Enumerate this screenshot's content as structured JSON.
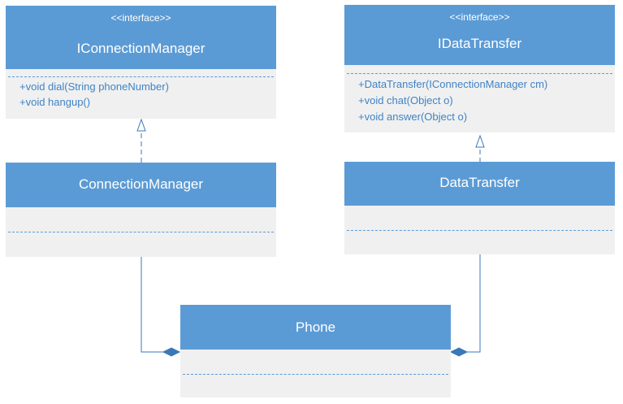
{
  "diagram": {
    "classes": {
      "iconnection_manager": {
        "stereotype": "<<interface>>",
        "name": "IConnectionManager",
        "methods": [
          "+void dial(String phoneNumber)",
          "+void hangup()"
        ]
      },
      "idata_transfer": {
        "stereotype": "<<interface>>",
        "name": "IDataTransfer",
        "methods": [
          "+DataTransfer(IConnectionManager cm)",
          "+void chat(Object o)",
          "+void answer(Object o)"
        ]
      },
      "connection_manager": {
        "name": "ConnectionManager"
      },
      "data_transfer": {
        "name": "DataTransfer"
      },
      "phone": {
        "name": "Phone"
      }
    },
    "relationships": [
      {
        "type": "realization",
        "from": "ConnectionManager",
        "to": "IConnectionManager"
      },
      {
        "type": "realization",
        "from": "DataTransfer",
        "to": "IDataTransfer"
      },
      {
        "type": "composition",
        "from": "ConnectionManager",
        "to": "Phone"
      },
      {
        "type": "composition",
        "from": "DataTransfer",
        "to": "Phone"
      }
    ],
    "colors": {
      "header": "#5b9bd5",
      "body": "#f0f0f0",
      "text": "#3f83c6",
      "line": "#3a78b8"
    }
  }
}
